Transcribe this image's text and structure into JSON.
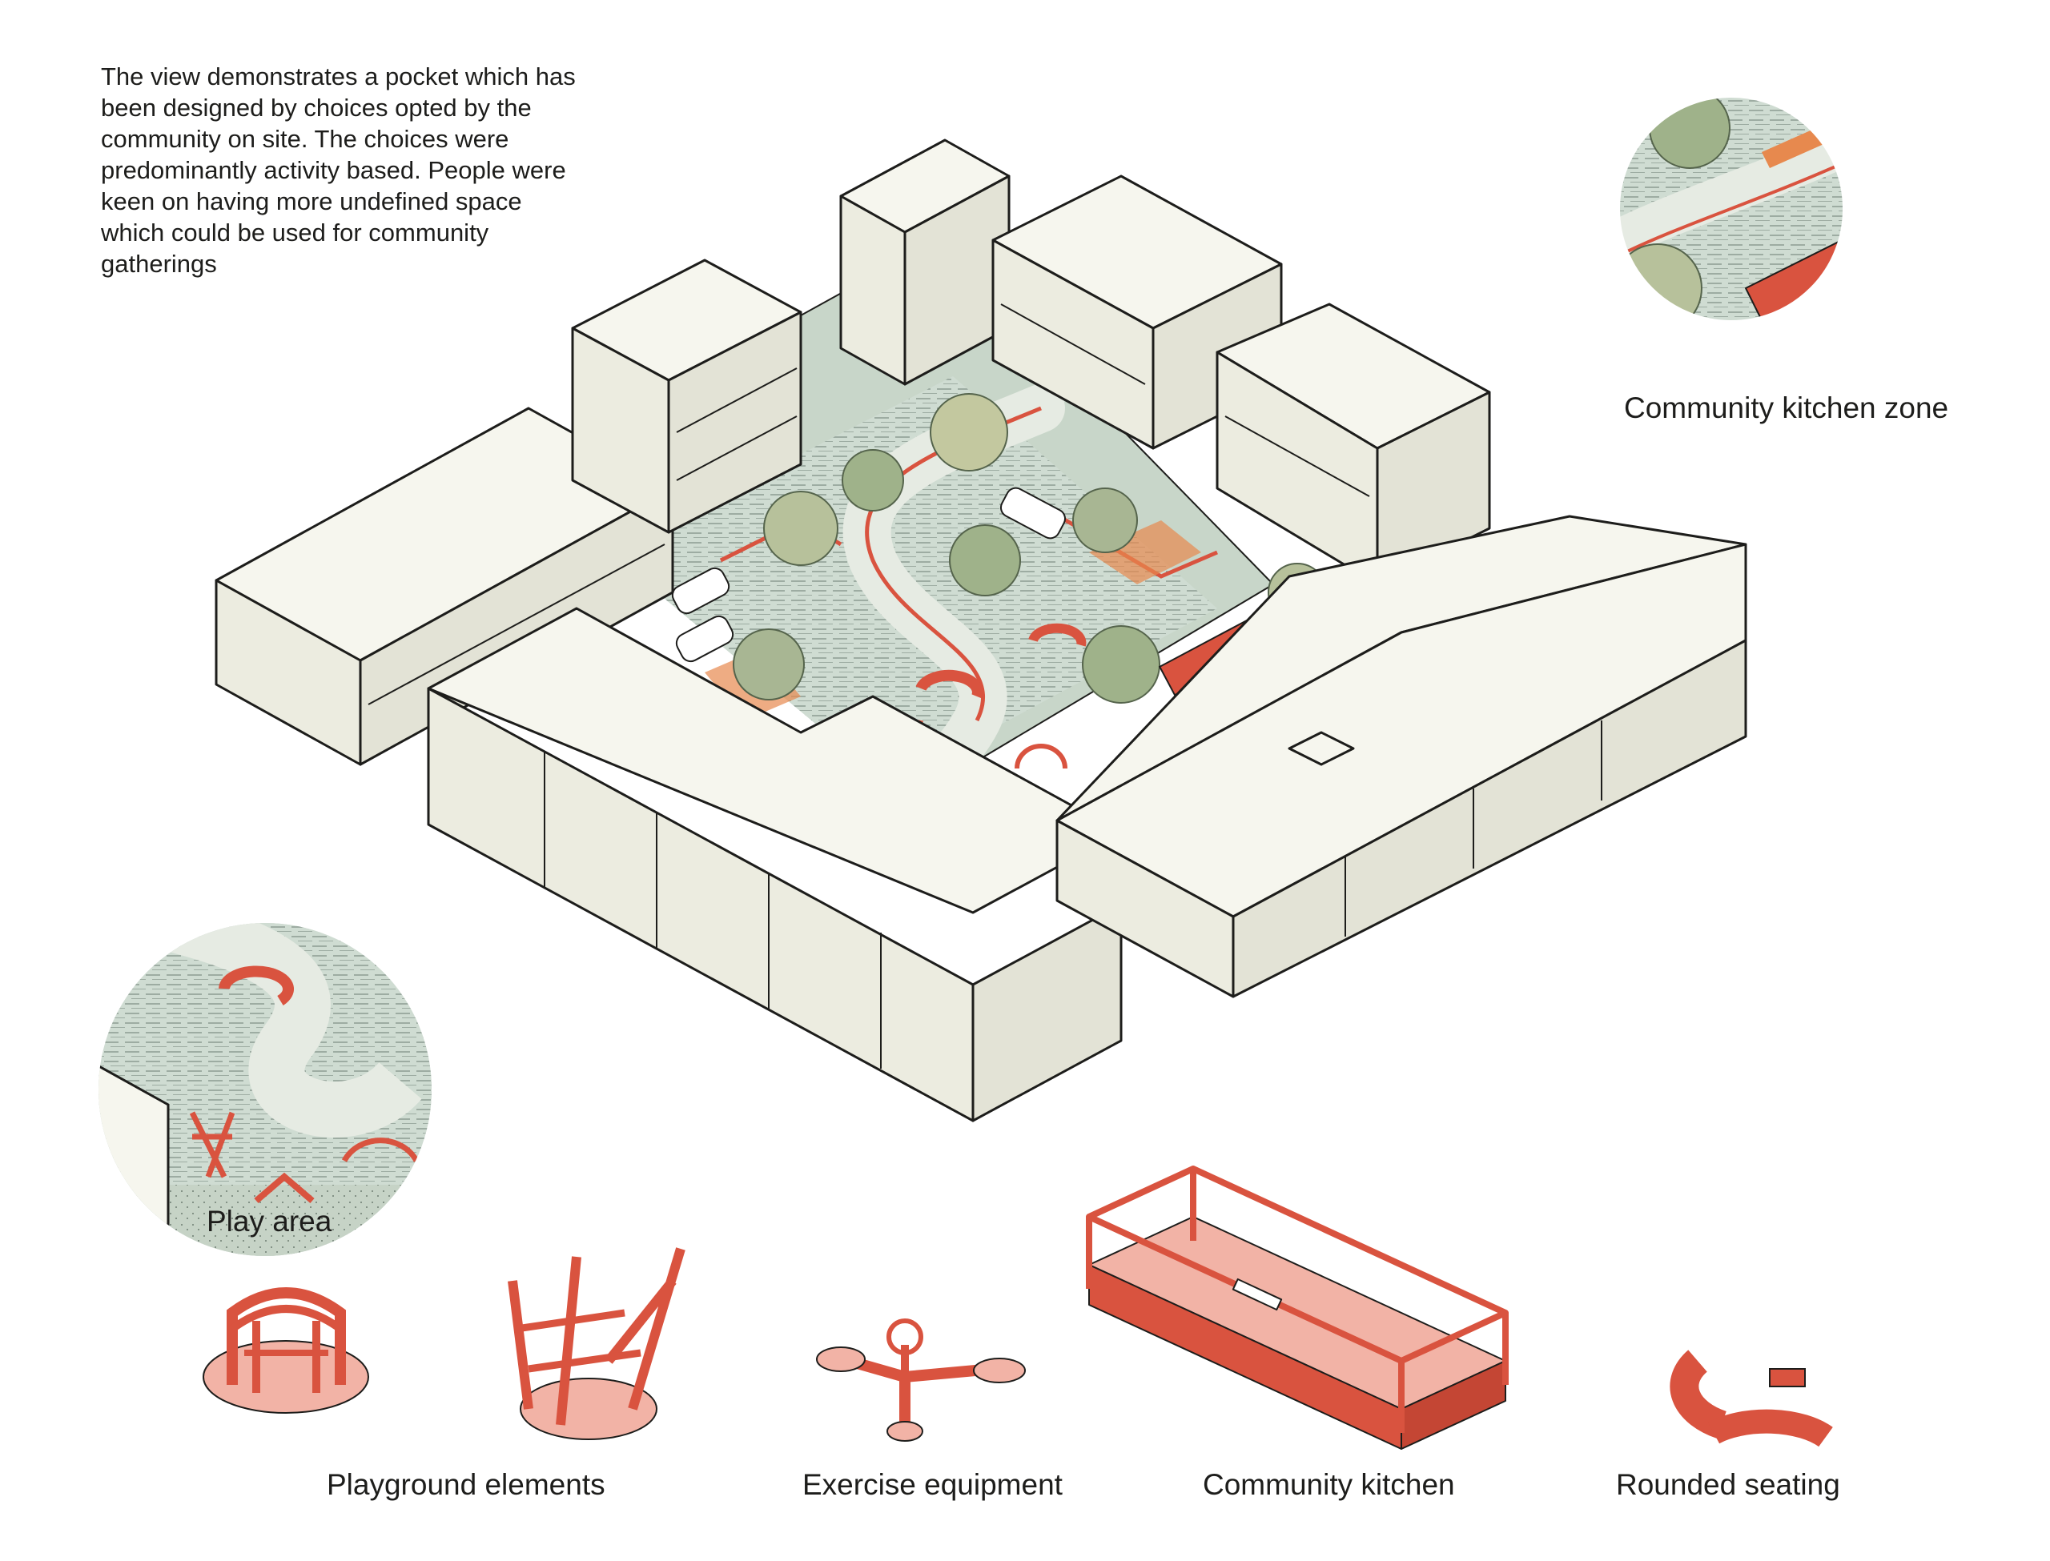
{
  "description": "The view demonstrates a pocket which has been designed by choices opted by the community on site. The choices were predominantly activity based. People were keen on having more undefined space which could be used for community gatherings",
  "callouts": {
    "kitchen_zone": "Community kitchen zone",
    "play_area": "Play area"
  },
  "elements": {
    "playground": "Playground elements",
    "exercise": "Exercise equipment",
    "kitchen": "Community kitchen",
    "seating": "Rounded seating"
  },
  "colors": {
    "accent_red": "#d9533f",
    "accent_pink": "#f2b3a6",
    "building_fill": "#f1f1e6",
    "ground_green": "#cdd9cc",
    "tree_green": "#9fb28a",
    "outline": "#1d1d1b"
  }
}
